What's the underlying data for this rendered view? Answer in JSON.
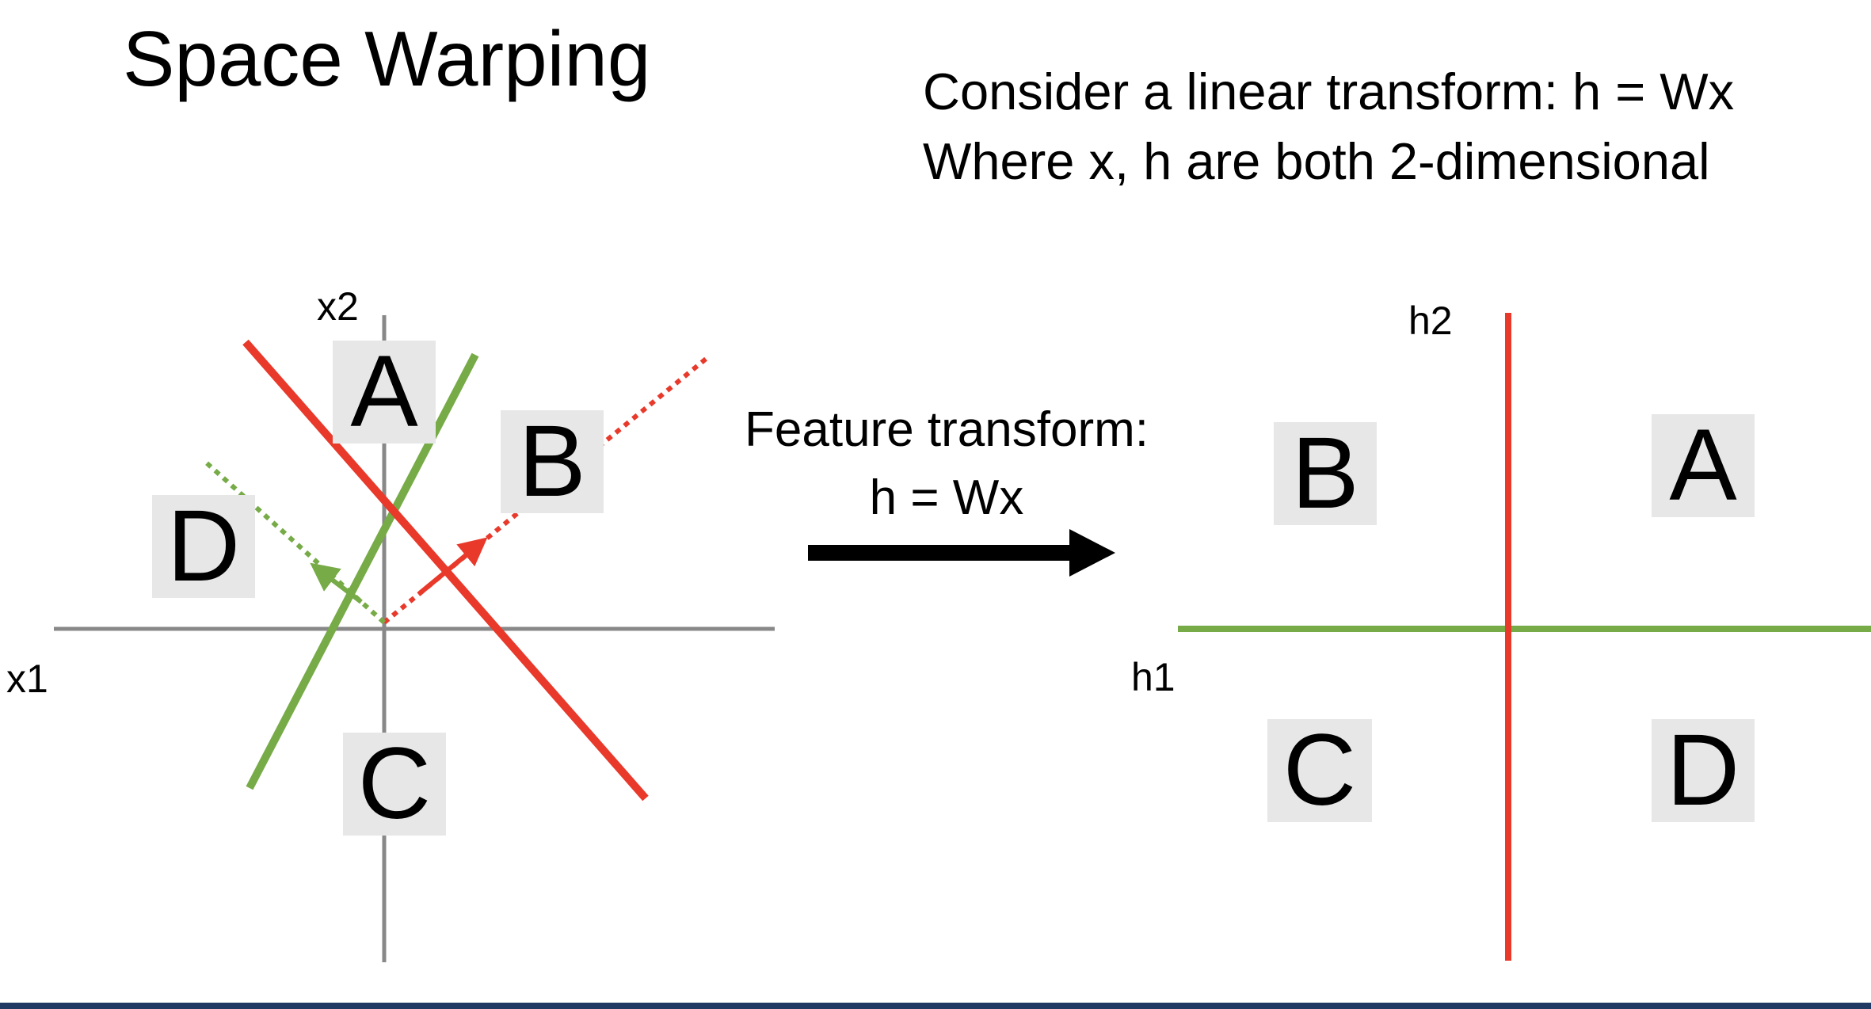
{
  "title": "Space Warping",
  "description": {
    "line1": "Consider a linear transform: h = Wx",
    "line2": "Where x, h are both 2-dimensional"
  },
  "input_space": {
    "x_axis_label": "x1",
    "y_axis_label": "x2",
    "regions": [
      "A",
      "B",
      "C",
      "D"
    ]
  },
  "transform": {
    "label_line1": "Feature transform:",
    "label_line2": "h = Wx"
  },
  "output_space": {
    "x_axis_label": "h1",
    "y_axis_label": "h2",
    "regions": [
      "B",
      "A",
      "C",
      "D"
    ]
  },
  "colors": {
    "red_line": "#e8392b",
    "green_line": "#76ab47",
    "axis_gray": "#888888",
    "region_fill": "#e7e7e7",
    "arrow": "#000000"
  }
}
